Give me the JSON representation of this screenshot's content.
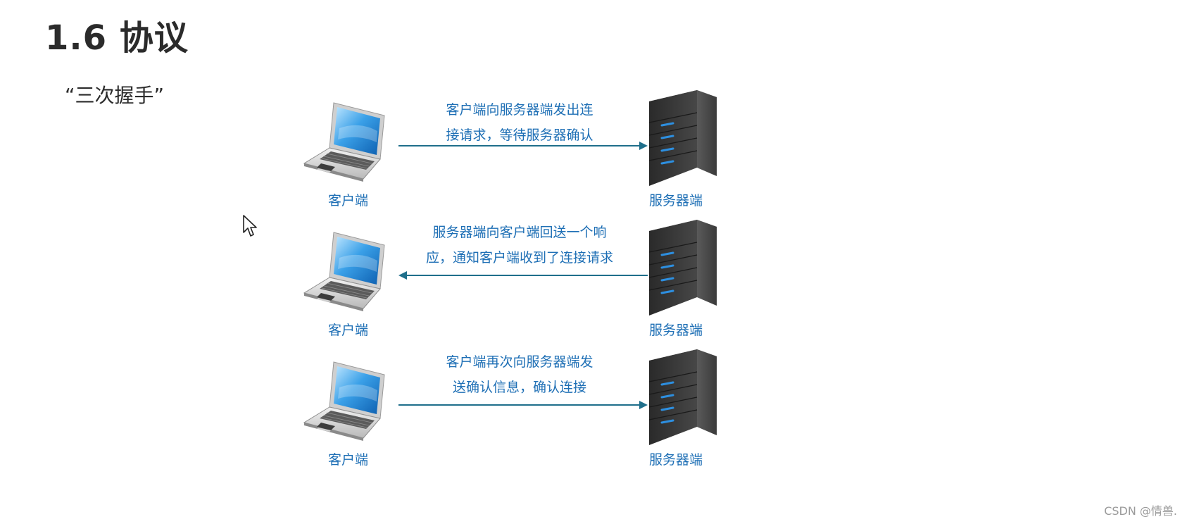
{
  "slide": {
    "title": "1.6 协议",
    "subtitle": "“三次握手”"
  },
  "steps": [
    {
      "client_label": "客户端",
      "server_label": "服务器端",
      "message_line1": "客户端向服务器端发出连",
      "message_line2": "接请求，等待服务器确认",
      "direction": "client-to-server"
    },
    {
      "client_label": "客户端",
      "server_label": "服务器端",
      "message_line1": "服务器端向客户端回送一个响",
      "message_line2": "应，通知客户端收到了连接请求",
      "direction": "server-to-client"
    },
    {
      "client_label": "客户端",
      "server_label": "服务器端",
      "message_line1": "客户端再次向服务器端发",
      "message_line2": "送确认信息，确认连接",
      "direction": "client-to-server"
    }
  ],
  "watermark": "CSDN @情兽.",
  "colors": {
    "label_blue": "#1e6fb5",
    "arrow": "#1f6f8b",
    "title": "#2b2b2b"
  },
  "icons": {
    "client": "laptop-icon",
    "server": "server-tower-icon",
    "pointer": "mouse-cursor-icon"
  }
}
